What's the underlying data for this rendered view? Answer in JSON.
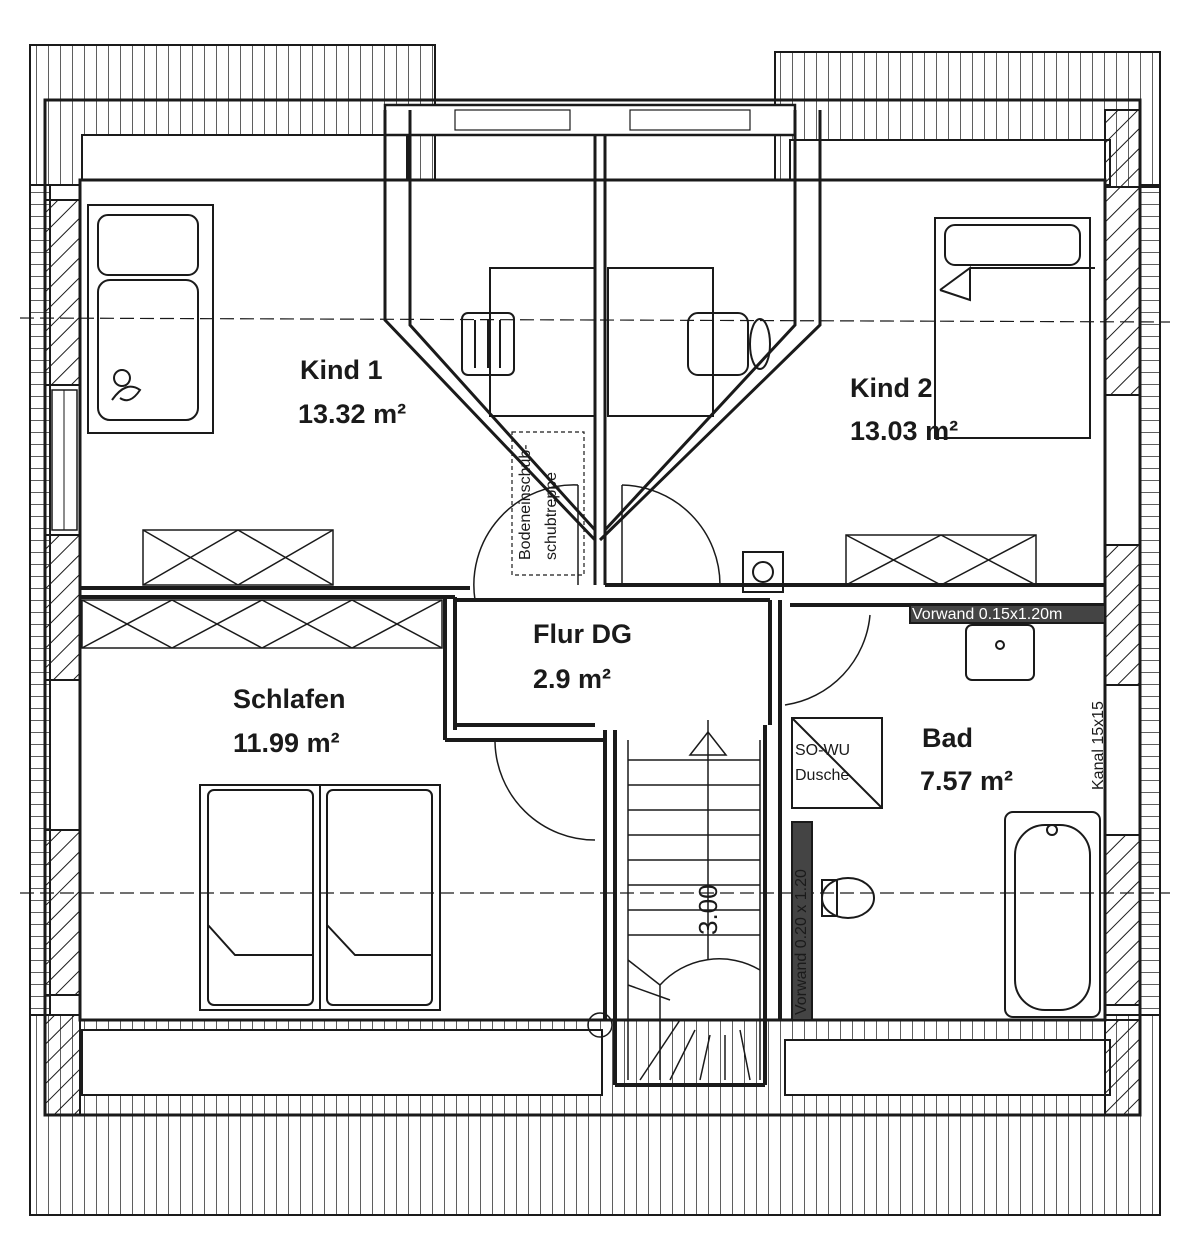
{
  "rooms": {
    "kind1": {
      "name": "Kind 1",
      "area": "13.32 m²"
    },
    "kind2": {
      "name": "Kind 2",
      "area": "13.03 m²"
    },
    "flur": {
      "name": "Flur DG",
      "area": "2.9 m²"
    },
    "schlafen": {
      "name": "Schlafen",
      "area": "11.99 m²"
    },
    "bad": {
      "name": "Bad",
      "area": "7.57 m²"
    }
  },
  "annotations": {
    "hatch_line1": "Bodeneinschub-",
    "hatch_line2": "schubtreppe",
    "shower_line1": "SO-WU",
    "shower_line2": "Dusche",
    "vorwand_top": "Vorwand 0.15x1.20m",
    "vorwand_side": "Vorwand 0.20 x 1.20",
    "kanal": "Kanal 15x15",
    "stair_dim": "3.00"
  },
  "colors": {
    "line": "#1a1a1a",
    "background": "#ffffff"
  }
}
